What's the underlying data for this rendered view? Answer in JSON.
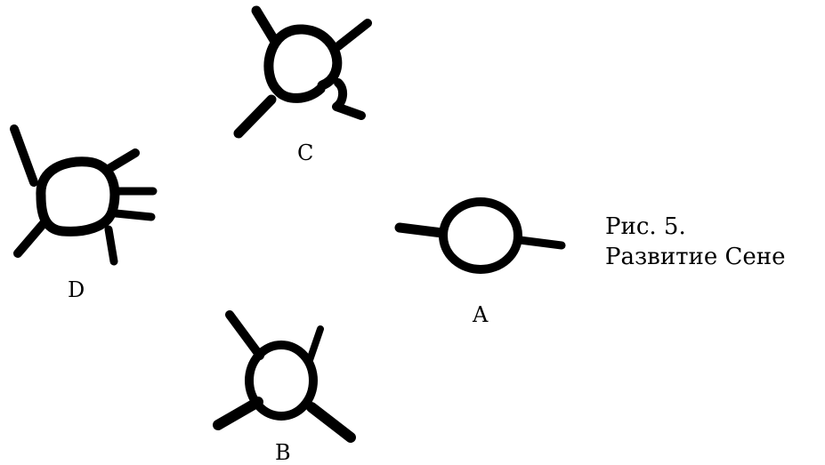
{
  "labels": {
    "a": "A",
    "b": "B",
    "c": "C",
    "d": "D"
  },
  "caption": {
    "line1": "Рис. 5.",
    "line2": "Развитие Сене"
  }
}
